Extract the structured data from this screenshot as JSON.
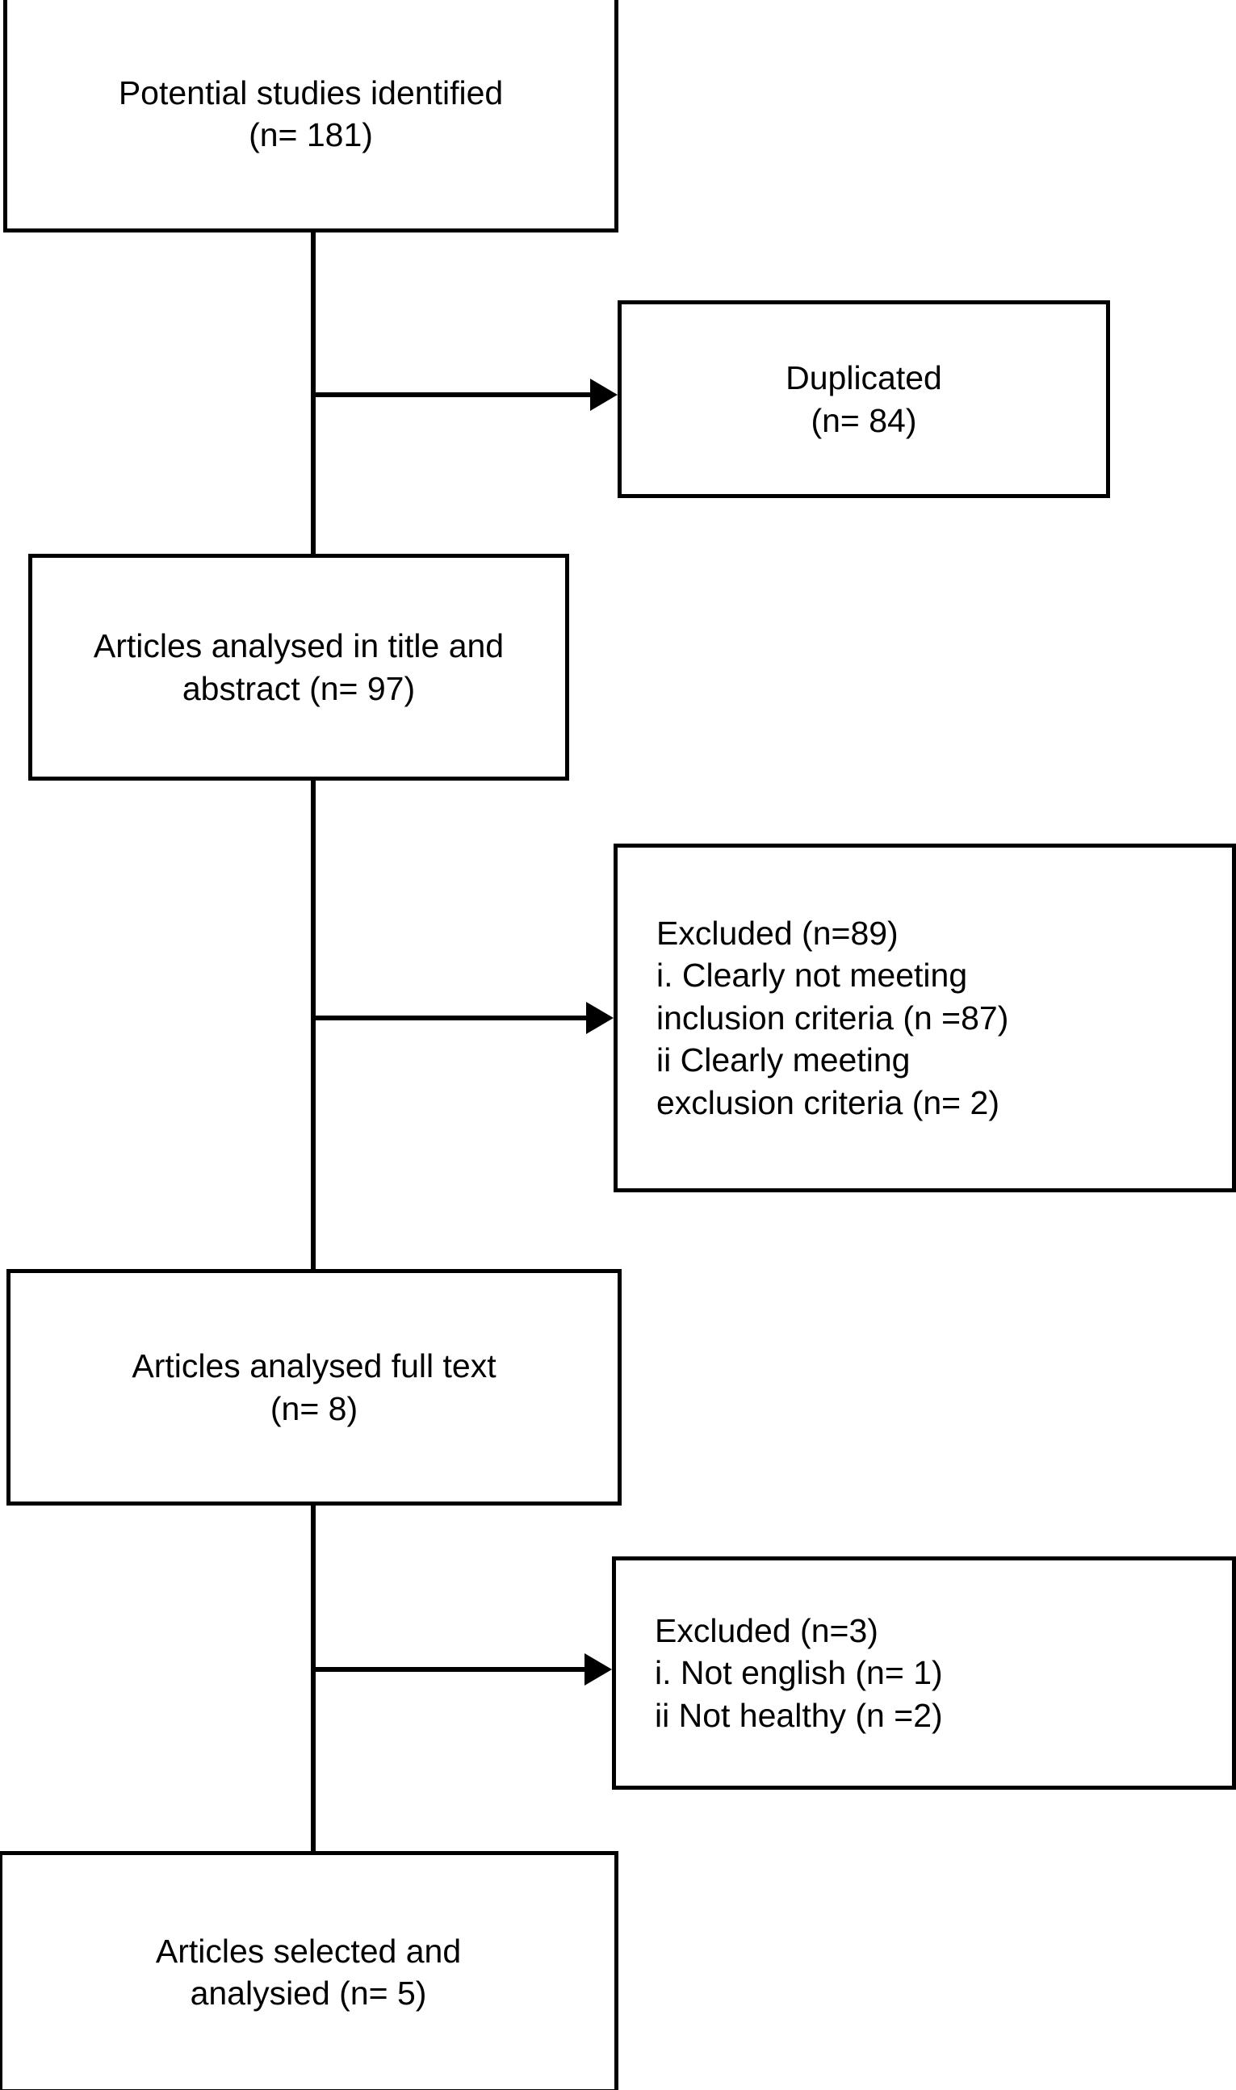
{
  "diagram": {
    "title": "Study selection flow diagram",
    "type": "flowchart",
    "background_color": "#ffffff",
    "line_color": "#000000",
    "text_color": "#000000"
  },
  "nodes": [
    {
      "id": "identified",
      "name": "potential-studies-identified-box",
      "text": "Potential studies identified\n(n= 181)",
      "align": "center"
    },
    {
      "id": "duplicated",
      "name": "duplicated-box",
      "text": "Duplicated\n(n= 84)",
      "align": "center"
    },
    {
      "id": "title-abstract",
      "name": "articles-analysed-title-abstract-box",
      "text": "Articles analysed in title and\nabstract (n= 97)",
      "align": "center"
    },
    {
      "id": "excluded-1",
      "name": "excluded-title-abstract-box",
      "text": "Excluded (n=89)\ni. Clearly not meeting\ninclusion criteria (n =87)\nii Clearly meeting\nexclusion criteria (n= 2)",
      "align": "left"
    },
    {
      "id": "full-text",
      "name": "articles-analysed-full-text-box",
      "text": "Articles analysed full text\n(n= 8)",
      "align": "center"
    },
    {
      "id": "excluded-2",
      "name": "excluded-full-text-box",
      "text": "Excluded (n=3)\ni. Not english (n= 1)\nii Not healthy (n =2)",
      "align": "left"
    },
    {
      "id": "selected",
      "name": "articles-selected-analysed-box",
      "text": "Articles selected and\nanalysied (n= 5)",
      "align": "center"
    }
  ],
  "edges": [
    {
      "name": "identified-to-title-abstract",
      "from": "identified",
      "to": "title-abstract",
      "kind": "vertical"
    },
    {
      "name": "identified-to-duplicated",
      "from": "identified",
      "to": "duplicated",
      "kind": "horizontal-arrow"
    },
    {
      "name": "title-abstract-to-full-text",
      "from": "title-abstract",
      "to": "full-text",
      "kind": "vertical"
    },
    {
      "name": "title-abstract-to-excluded-1",
      "from": "title-abstract",
      "to": "excluded-1",
      "kind": "horizontal-arrow"
    },
    {
      "name": "full-text-to-selected",
      "from": "full-text",
      "to": "selected",
      "kind": "vertical"
    },
    {
      "name": "full-text-to-excluded-2",
      "from": "full-text",
      "to": "excluded-2",
      "kind": "horizontal-arrow"
    }
  ]
}
